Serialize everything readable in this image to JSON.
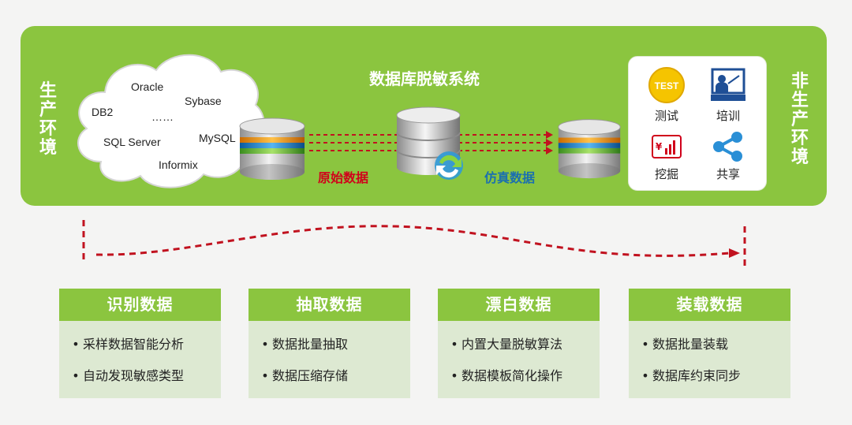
{
  "environments": {
    "production": "生产环境",
    "non_production": "非生产环境"
  },
  "system_title": "数据库脱敏系统",
  "source_databases": [
    "Oracle",
    "Sybase",
    "DB2",
    "……",
    "MySQL",
    "SQL Server",
    "Informix"
  ],
  "flow_labels": {
    "original": "原始数据",
    "simulated": "仿真数据"
  },
  "usages": [
    {
      "label": "测试",
      "icon": "test-icon",
      "badge": "TEST"
    },
    {
      "label": "培训",
      "icon": "training-icon"
    },
    {
      "label": "挖掘",
      "icon": "mining-chart-icon",
      "badge": "¥"
    },
    {
      "label": "共享",
      "icon": "share-icon"
    }
  ],
  "steps": [
    {
      "title": "识别数据",
      "items": [
        "采样数据智能分析",
        "自动发现敏感类型"
      ]
    },
    {
      "title": "抽取数据",
      "items": [
        "数据批量抽取",
        "数据压缩存储"
      ]
    },
    {
      "title": "漂白数据",
      "items": [
        "内置大量脱敏算法",
        "数据模板简化操作"
      ]
    },
    {
      "title": "装载数据",
      "items": [
        "数据批量装载",
        "数据库约束同步"
      ]
    }
  ],
  "bullet": "•",
  "colors": {
    "green": "#8bc53f",
    "light_green": "#dde9d2",
    "red": "#d0021b",
    "blue": "#1a6fb0",
    "dashed_red": "#c1121f"
  }
}
